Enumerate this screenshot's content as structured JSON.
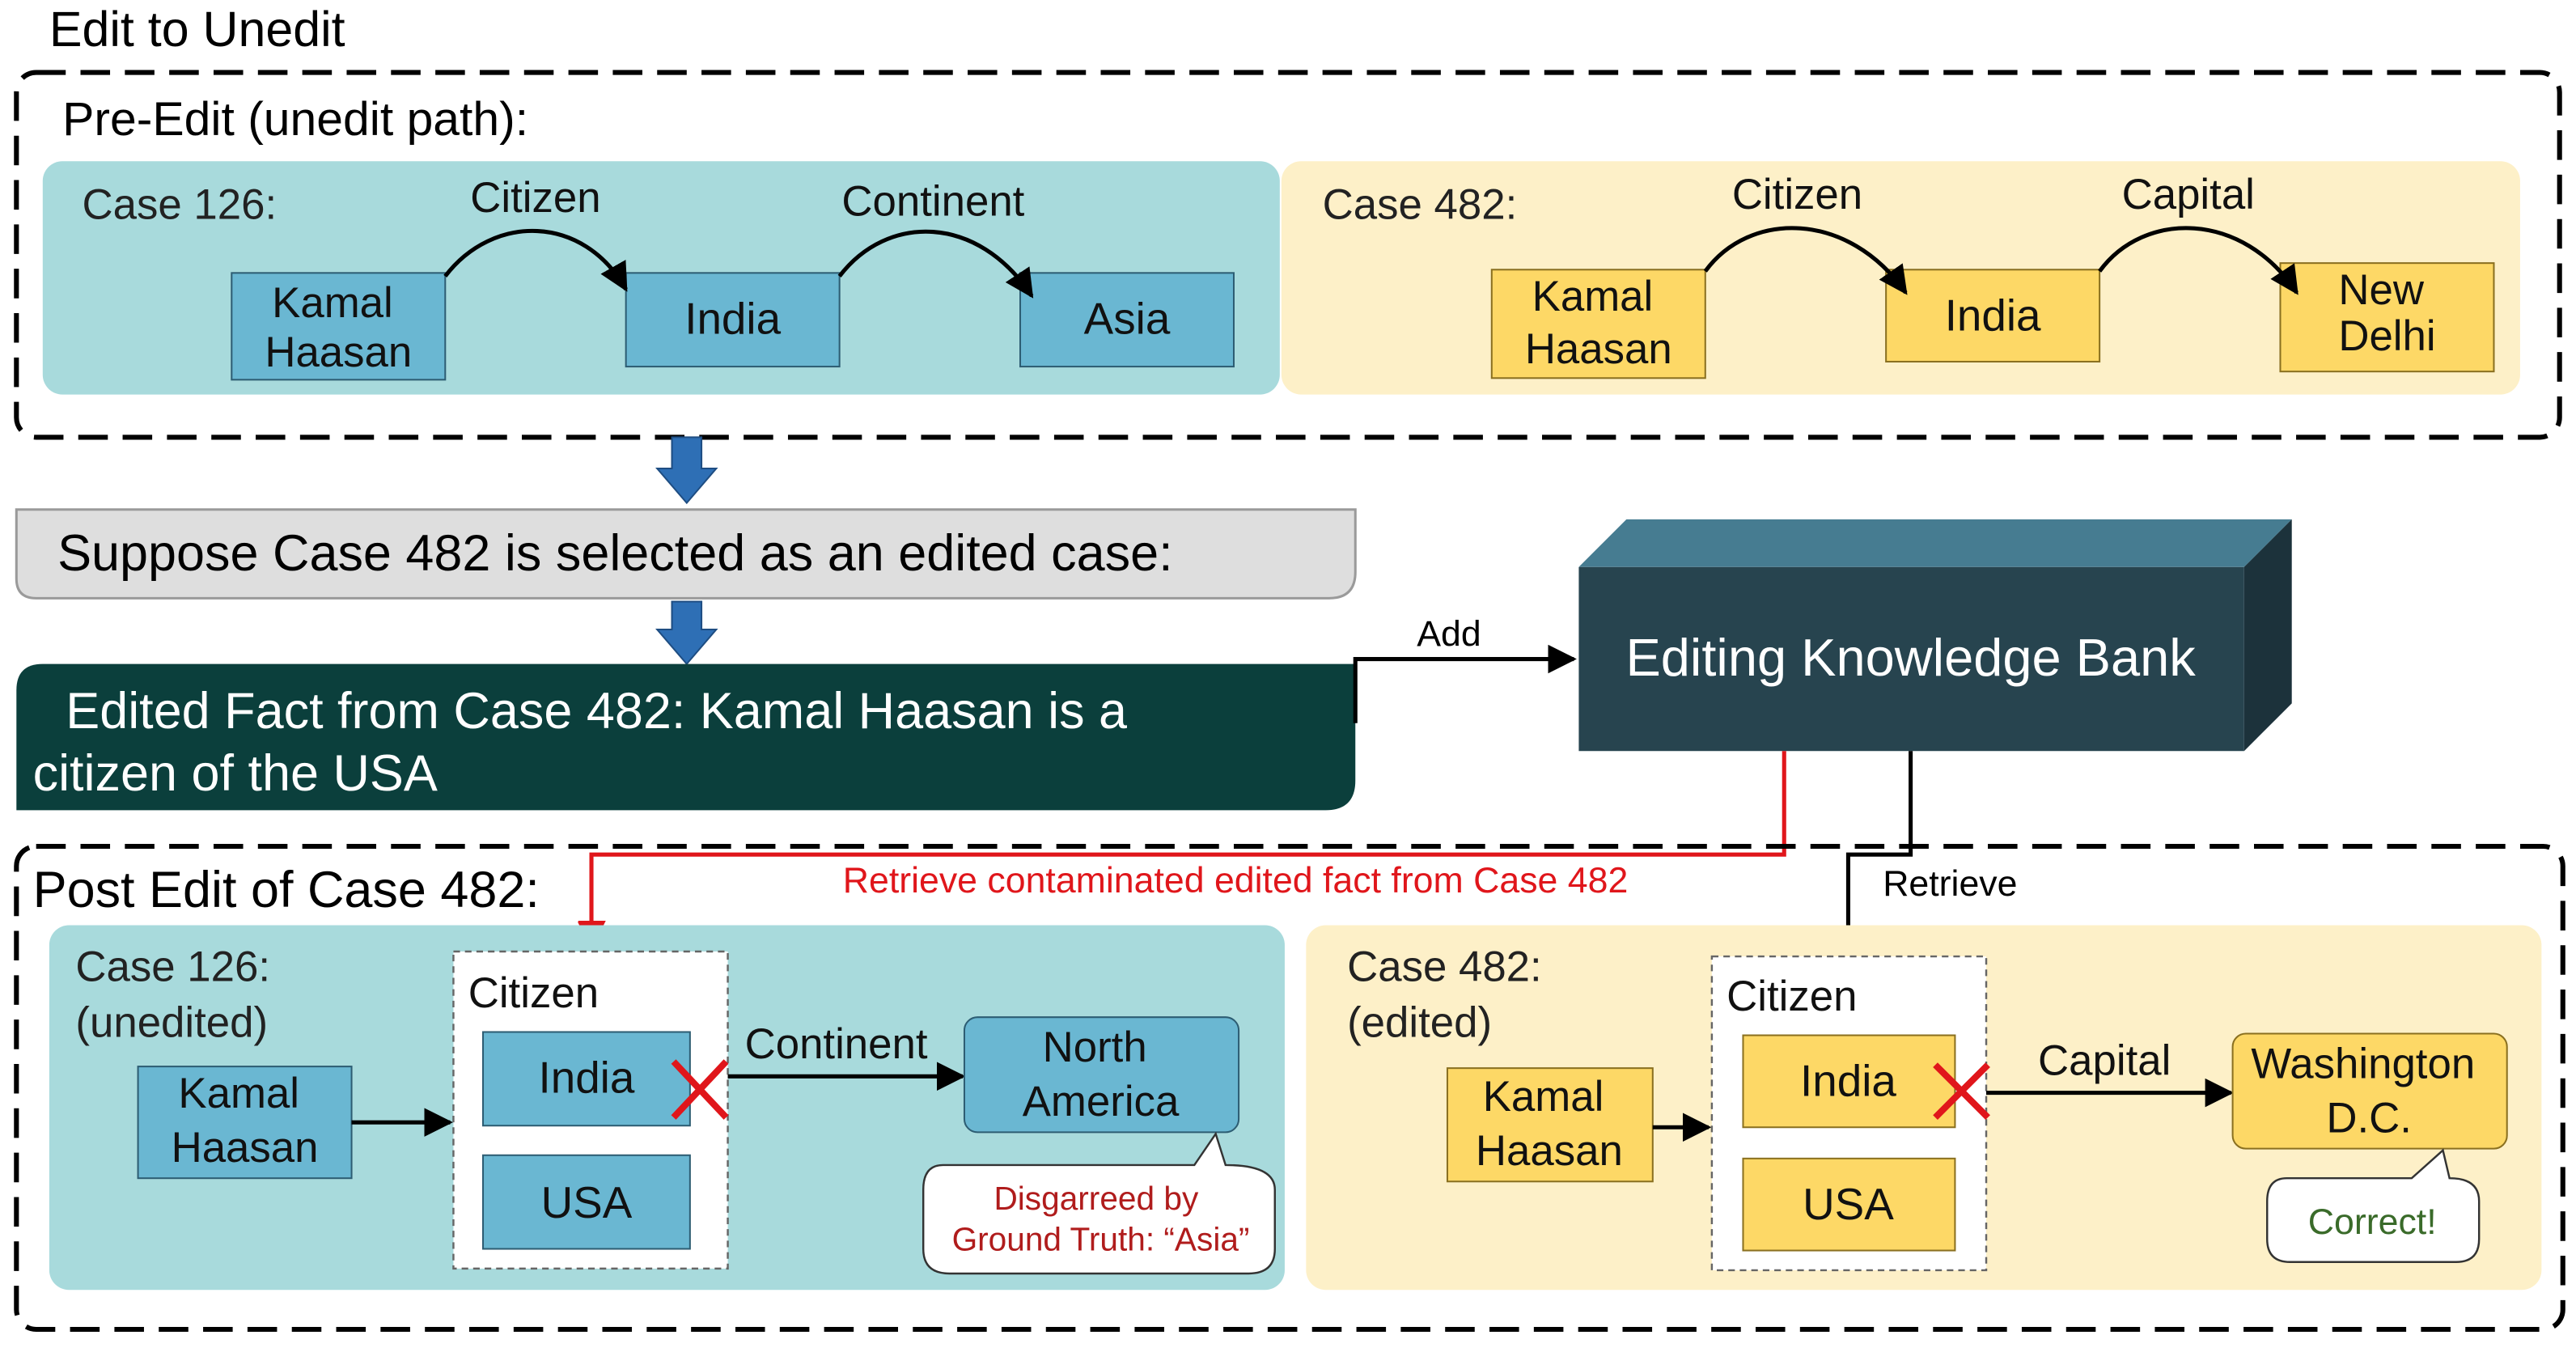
{
  "title": "Edit to Unedit",
  "pre_edit": {
    "heading": "Pre-Edit (unedit path):",
    "case_126": {
      "label": "Case 126:",
      "subject": [
        "Kamal",
        "Haasan"
      ],
      "rel1": "Citizen",
      "obj1": "India",
      "rel2": "Continent",
      "obj2": "Asia"
    },
    "case_482": {
      "label": "Case 482:",
      "subject": [
        "Kamal",
        "Haasan"
      ],
      "rel1": "Citizen",
      "obj1": "India",
      "rel2": "Capital",
      "obj2": [
        "New",
        "Delhi"
      ]
    }
  },
  "suppose": "Suppose Case 482 is selected as an edited case:",
  "edited_fact": [
    "Edited Fact from Case 482: Kamal Haasan is a",
    "citizen of the USA"
  ],
  "add_label": "Add",
  "bank": "Editing Knowledge Bank",
  "retrieve_contaminated": "Retrieve contaminated edited fact from Case 482",
  "retrieve_label": "Retrieve",
  "post_edit": {
    "heading": "Post Edit of Case 482:",
    "case_126": {
      "label": "Case 126:",
      "status": "(unedited)",
      "subject": [
        "Kamal",
        "Haasan"
      ],
      "group_rel": "Citizen",
      "opt1": "India",
      "opt2": "USA",
      "rel2": "Continent",
      "obj2": [
        "North",
        "America"
      ],
      "callout": [
        "Disgarreed by",
        "Ground Truth: “Asia”"
      ]
    },
    "case_482": {
      "label": "Case 482:",
      "status": "(edited)",
      "subject": [
        "Kamal",
        "Haasan"
      ],
      "group_rel": "Citizen",
      "opt1": "India",
      "opt2": "USA",
      "rel2": "Capital",
      "obj2": [
        "Washington",
        "D.C."
      ],
      "callout": "Correct!"
    }
  },
  "colors": {
    "teal_panel": "#a8dadc",
    "teal_box": "#6ab7d2",
    "yellow_panel": "#fdf0c8",
    "yellow_box": "#fdd866",
    "dark_green": "#0b3f3c",
    "bank_front": "#27444f",
    "bank_top": "#467c91",
    "bank_side": "#1c323b",
    "red": "#e0161b",
    "callout_red": "#b01c1c",
    "callout_green": "#3a6b2a"
  }
}
